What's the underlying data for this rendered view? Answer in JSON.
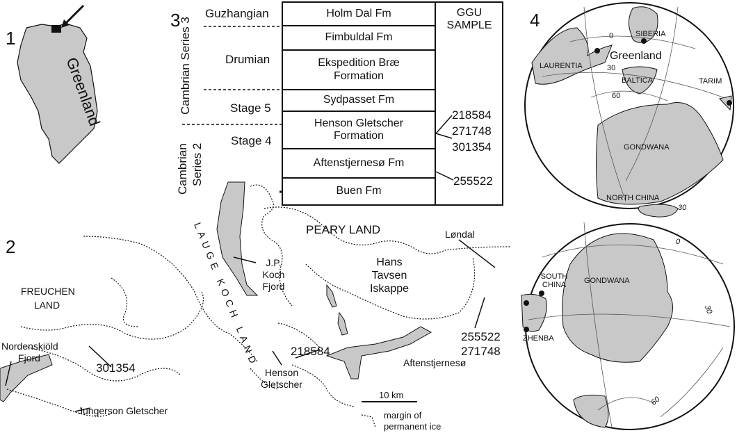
{
  "panels": {
    "p1": {
      "number": "1",
      "label": "Greenland"
    },
    "p2": {
      "number": "2",
      "regions": [
        "PEARY LAND",
        "LAUGE KOCH LAND",
        "FREUCHEN LAND",
        "Hans Tavsen Iskappe"
      ],
      "places": [
        "J.P. Koch Fjord",
        "Løndal",
        "Nordenskiöld Fjord",
        "Jungerson Gletscher",
        "Henson Gletscher",
        "Aftenstjernesø"
      ],
      "samples": {
        "s301354": "301354",
        "s218584": "218584",
        "s255522": "255522",
        "s271748": "271748"
      },
      "scale_bar": "10 km",
      "legend": "margin of permanent ice"
    },
    "p3": {
      "number": "3",
      "series": [
        "Cambrian Series 3",
        "Cambrian",
        "Series 2"
      ],
      "stages": [
        "Guzhangian",
        "Drumian",
        "Stage 5",
        "Stage 4"
      ],
      "formations": [
        "Holm Dal Fm",
        "Fimbuldal Fm",
        "Ekspedition Bræ Formation",
        "Sydpasset Fm",
        "Henson Gletscher Formation",
        "Aftenstjernesø Fm",
        "Buen Fm"
      ],
      "sample_header": "GGU SAMPLE",
      "samples": [
        "218584",
        "271748",
        "301354",
        "255522"
      ]
    },
    "p4": {
      "number": "4",
      "top": {
        "labels": [
          "LAURENTIA",
          "SIBERIA",
          "Greenland",
          "BALTICA",
          "TARIM",
          "GONDWANA"
        ],
        "latitudes": [
          "0",
          "30",
          "60"
        ]
      },
      "bottom": {
        "labels": [
          "NORTH CHINA",
          "SOUTH CHINA",
          "ZHENBA",
          "GONDWANA"
        ],
        "latitudes": [
          "30",
          "0",
          "30",
          "60"
        ]
      }
    }
  },
  "colors": {
    "land": "#c8c8c8",
    "ink": "#111111"
  }
}
